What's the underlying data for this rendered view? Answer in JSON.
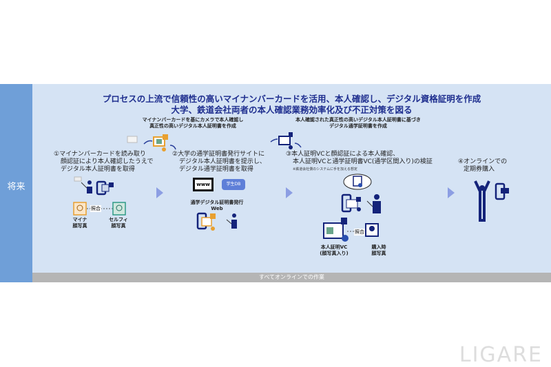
{
  "side_label": "将来",
  "title": [
    "プロセスの上流で信頼性の高いマイナンバーカードを活用、本人確認し、デジタル資格証明を作成",
    "大学、鉄道会社両者の本人確認業務効率化及び不正対策を図る"
  ],
  "notes": {
    "n1": [
      "マイナンバーカードを基にカメラで本人確認し",
      "真正性の高いデジタル本人証明書を作成"
    ],
    "n2": [
      "本人確認された真正性の高いデジタル本人証明書に基づき",
      "デジタル通学証明書を作成"
    ]
  },
  "steps": {
    "s1": [
      "①マイナンバーカードを読み取り",
      "顔認証により本人確認したうえで",
      "デジタル本人証明書を取得"
    ],
    "s2": [
      "②大学の通学証明書発行サイトに",
      "デジタル本人証明書を提示し、",
      "デジタル通学証明書を取得"
    ],
    "s3": [
      "③本人証明VCと顔認証による本人確認、",
      "本人証明VCと通学証明書VC(通学区間入り)の検証"
    ],
    "s3_note": "※鉄道会社側のシステムに手を加える想定",
    "s4": [
      "④オンラインでの",
      "定期券購入"
    ]
  },
  "labels": {
    "match": "照合",
    "myna": [
      "マイナ",
      "顔写真"
    ],
    "selfie": [
      "セルフィ",
      "顔写真"
    ],
    "www": "www",
    "db": "学生DB",
    "web": [
      "通学デジタル証明書発行",
      "Web"
    ],
    "vc": [
      "本人証明VC",
      "(顔写真入り)"
    ],
    "purchase": [
      "購入時",
      "顔写真"
    ]
  },
  "bottom_bar": "すべてオンラインでの作業",
  "watermark": "LIGARE",
  "colors": {
    "navy": "#14237a",
    "accent": "#1f2f8f",
    "panel": "#d5e3f4",
    "side": "#6f9fd8",
    "orange": "#e8a030",
    "arrow": "#8c9ee3"
  }
}
